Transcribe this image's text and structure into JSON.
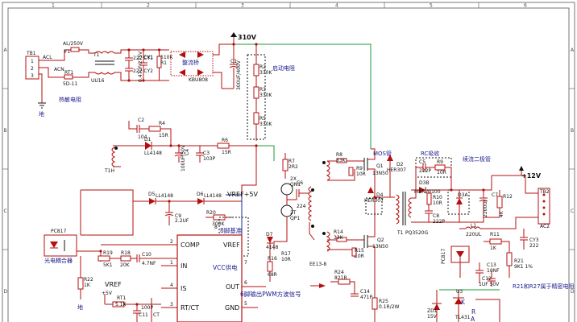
{
  "frame": {
    "cols": [
      "1",
      "2",
      "3",
      "4",
      "5",
      "6"
    ],
    "rows": [
      "A",
      "B",
      "C",
      "D"
    ]
  },
  "input": {
    "tb1": "TB1",
    "acl": "ACL",
    "acn": "ACN",
    "pins": [
      "1",
      "2",
      "3"
    ],
    "fuse_ref": "F1",
    "fuse_val": "AL/250V",
    "ntc_ref": "RT1",
    "ntc_val": "5D-11",
    "ntc_label": "热敏电阻",
    "ground": "地",
    "choke": "T1",
    "choke_val": "UU16",
    "cy1": "222 CY1",
    "cy2": "222 CY2",
    "cx1": "CX1",
    "cx_val": "0.47uF/275V",
    "r1": "R1",
    "r1_val": "510K",
    "bridge_label": "整流桥",
    "bridge_part": "KBU808",
    "c1_ref": "C1",
    "c1_val": "300UF/400V",
    "rail": "310V"
  },
  "startup": {
    "label": "启动电阻",
    "r2": "R2",
    "r2_val": "330K",
    "r3": "R3",
    "r3_val": "330K",
    "r5": "R5",
    "r5_val": "330K"
  },
  "aux": {
    "c2": "C2",
    "c2_val": "104",
    "r4": "R4",
    "r4_val": "15R",
    "d1": "D1",
    "d1_val": "LL4148",
    "r6": "R6",
    "r6_val": "15R",
    "c4": "C4",
    "c4_val": "100UF/50V",
    "c3": "C3",
    "c3_val": "103P",
    "t1h": "T1H"
  },
  "driver": {
    "r7": "R7",
    "r7_val": "2R2",
    "qn1": "QN1",
    "qn1_val": "2X",
    "c6": "C6",
    "c6_val": "224",
    "qp1": "QP1",
    "qp1_val": "2T",
    "d7": "D7",
    "d7_val": "4148",
    "r17": "R17",
    "r17_val": "10R",
    "r16": "R16",
    "r16_val": "68R",
    "ee": "EE13-8"
  },
  "mos": {
    "label": "MOS管",
    "r8": "R8",
    "r8_val": "33K",
    "r9": "R9",
    "r9_val": "10R",
    "q1": "Q1",
    "q1_val": "13N50",
    "q2": "Q2",
    "q2_val": "13N50",
    "d2": "D2",
    "d2_val": "HER307",
    "d4": "D4",
    "d4_val": "HER307",
    "r14": "R14",
    "r14_val": "33K",
    "r15": "R15",
    "r15_val": "10R",
    "r24": "R24",
    "r24_val": "821R",
    "c14": "C14",
    "c14_val": "471P",
    "r25": "R25",
    "r25_val": "0.1R/2W",
    "tp": "T1",
    "tp_val": "PQ3520G"
  },
  "rc": {
    "label": "RC吸收",
    "c5": "C5",
    "c5_val": "222P",
    "r9": "R9",
    "r9_val": "10R",
    "d3b": "D3B",
    "d3b_val": "MBR20100",
    "r10": "R10",
    "r10_val": "10R",
    "c8": "C8",
    "c8_val": "222P",
    "d3a": "D3A"
  },
  "output": {
    "label": "续流二极管",
    "rail": "+12V",
    "c7": "C7",
    "c7_val": "2200uF",
    "r12": "R12",
    "r12_val": "4K",
    "l1": "L1",
    "l1_val": "220UL",
    "tb2": "TB2",
    "ac2": "AC2",
    "cy3": "CY3",
    "cy3_val": "222",
    "pc817b": "PC817",
    "r11": "R11",
    "r11_val": "1K",
    "c13": "C13",
    "c13_val": "10NF",
    "c12": "C12",
    "c12_val": "1UF 50V",
    "r21": "R21",
    "r21_val": "9K1 1%",
    "r21_note": "R21和R27属于精密电阻",
    "zd1": "ZD1",
    "zd1_val": "15V",
    "u3": "U3",
    "u3_val": "TL431",
    "k": "K",
    "r": "R",
    "a": "A"
  },
  "feedback": {
    "pc817": "PC817",
    "label": "光电耦合器",
    "r19": "R19",
    "r19_val": "5K1",
    "r18": "R18",
    "r18_val": "20K",
    "c10": "C10",
    "c10_val": "4.7NF",
    "r22": "R22",
    "r22_val": "1K",
    "ground": "地",
    "d5": "D5",
    "d5_val": "LL4148",
    "d6": "D6",
    "d6_val": "LL4148",
    "c9": "C9",
    "c9_val": "2.2UF",
    "r20": "R20",
    "r20_val": "300K",
    "vref5": "VREF+5V",
    "vref": "VREF",
    "p5v": "+5V",
    "rt1": "RT1",
    "rt1_val": "5.1K",
    "c11": "C11",
    "c11_val": "100P",
    "ct": "CT"
  },
  "ic": {
    "pins_left": [
      {
        "num": "2",
        "name": "COMP"
      },
      {
        "num": "1",
        "name": "IN"
      },
      {
        "num": "4",
        "name": "IS"
      },
      {
        "num": "3",
        "name": "RT/CT"
      }
    ],
    "pins_right": [
      {
        "num": "7",
        "name": "VCC供电"
      },
      {
        "num": "6",
        "name": "OUT"
      },
      {
        "num": "5",
        "name": "GND"
      }
    ],
    "pin8": "8",
    "pin8_note": "8脚基准",
    "pin8_name": "VREF",
    "pwm_note": "6脚输出PWM方波信号"
  }
}
